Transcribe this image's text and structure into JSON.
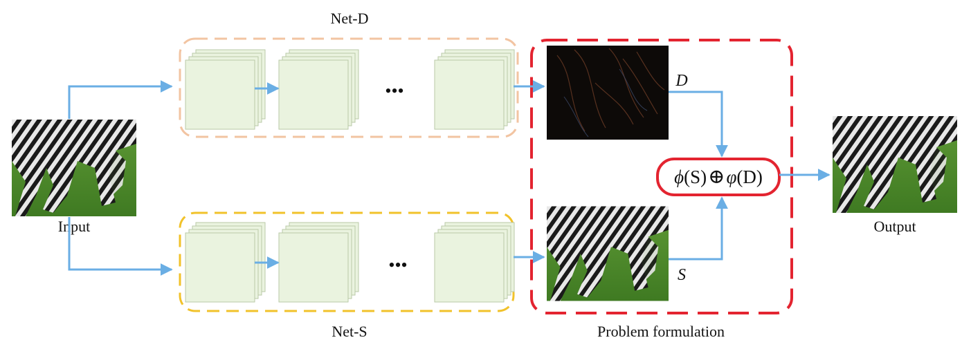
{
  "labels": {
    "input": "Input",
    "output": "Output",
    "net_d": "Net-D",
    "net_s": "Net-S",
    "problem": "Problem formulation",
    "d_var": "D",
    "s_var": "S",
    "ellipsis_d": "•••",
    "ellipsis_s": "•••"
  },
  "formula": {
    "phi": "ϕ",
    "arg1": "(S)",
    "op": "⊕",
    "varphi": "φ",
    "arg2": "(D)"
  },
  "colors": {
    "arrow": "#6aaee4",
    "net_d_border": "#f2c4a2",
    "net_s_border": "#f1c22a",
    "problem_border": "#e32430",
    "formula_border": "#e32430",
    "feature_map_fill": "#eaf3df",
    "feature_map_stroke": "#b9c9a7"
  }
}
